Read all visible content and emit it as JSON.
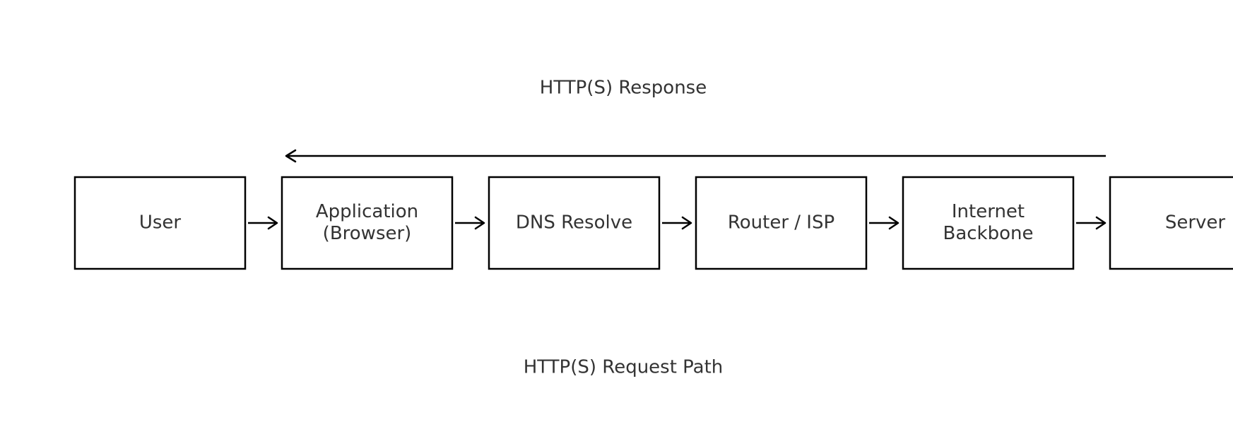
{
  "diagram": {
    "response_label": "HTTP(S) Response",
    "request_label": "HTTP(S) Request Path",
    "nodes": [
      {
        "id": "user",
        "lines": [
          "User"
        ]
      },
      {
        "id": "application",
        "lines": [
          "Application",
          "(Browser)"
        ]
      },
      {
        "id": "dns",
        "lines": [
          "DNS Resolve"
        ]
      },
      {
        "id": "router",
        "lines": [
          "Router / ISP"
        ]
      },
      {
        "id": "backbone",
        "lines": [
          "Internet",
          "Backbone"
        ]
      },
      {
        "id": "server",
        "lines": [
          "Server"
        ]
      }
    ],
    "request_edges": [
      {
        "from": "user",
        "to": "application"
      },
      {
        "from": "application",
        "to": "dns"
      },
      {
        "from": "dns",
        "to": "router"
      },
      {
        "from": "router",
        "to": "backbone"
      },
      {
        "from": "backbone",
        "to": "server"
      }
    ],
    "response_edge": {
      "from": "server",
      "to": "application"
    },
    "colors": {
      "stroke": "#000000",
      "text": "#333333",
      "background": "#ffffff"
    }
  }
}
